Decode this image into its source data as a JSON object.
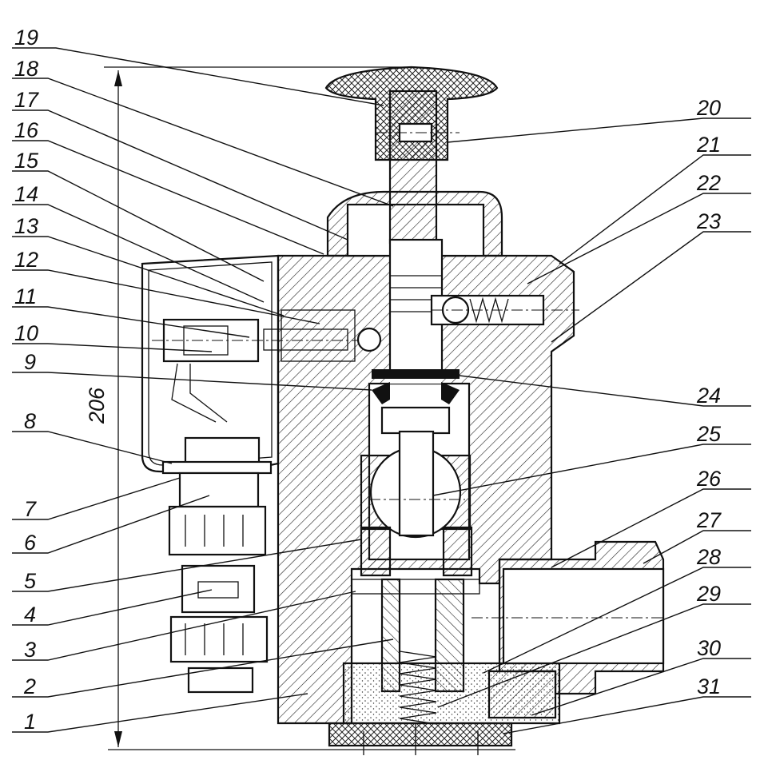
{
  "drawing": {
    "dimension_text": "206",
    "labels_left": [
      "19",
      "18",
      "17",
      "16",
      "15",
      "14",
      "13",
      "12",
      "11",
      "10",
      "9",
      "8",
      "7",
      "6",
      "5",
      "4",
      "3",
      "2",
      "1"
    ],
    "labels_right": [
      "20",
      "21",
      "22",
      "23",
      "24",
      "25",
      "26",
      "27",
      "28",
      "29",
      "30",
      "31"
    ]
  }
}
